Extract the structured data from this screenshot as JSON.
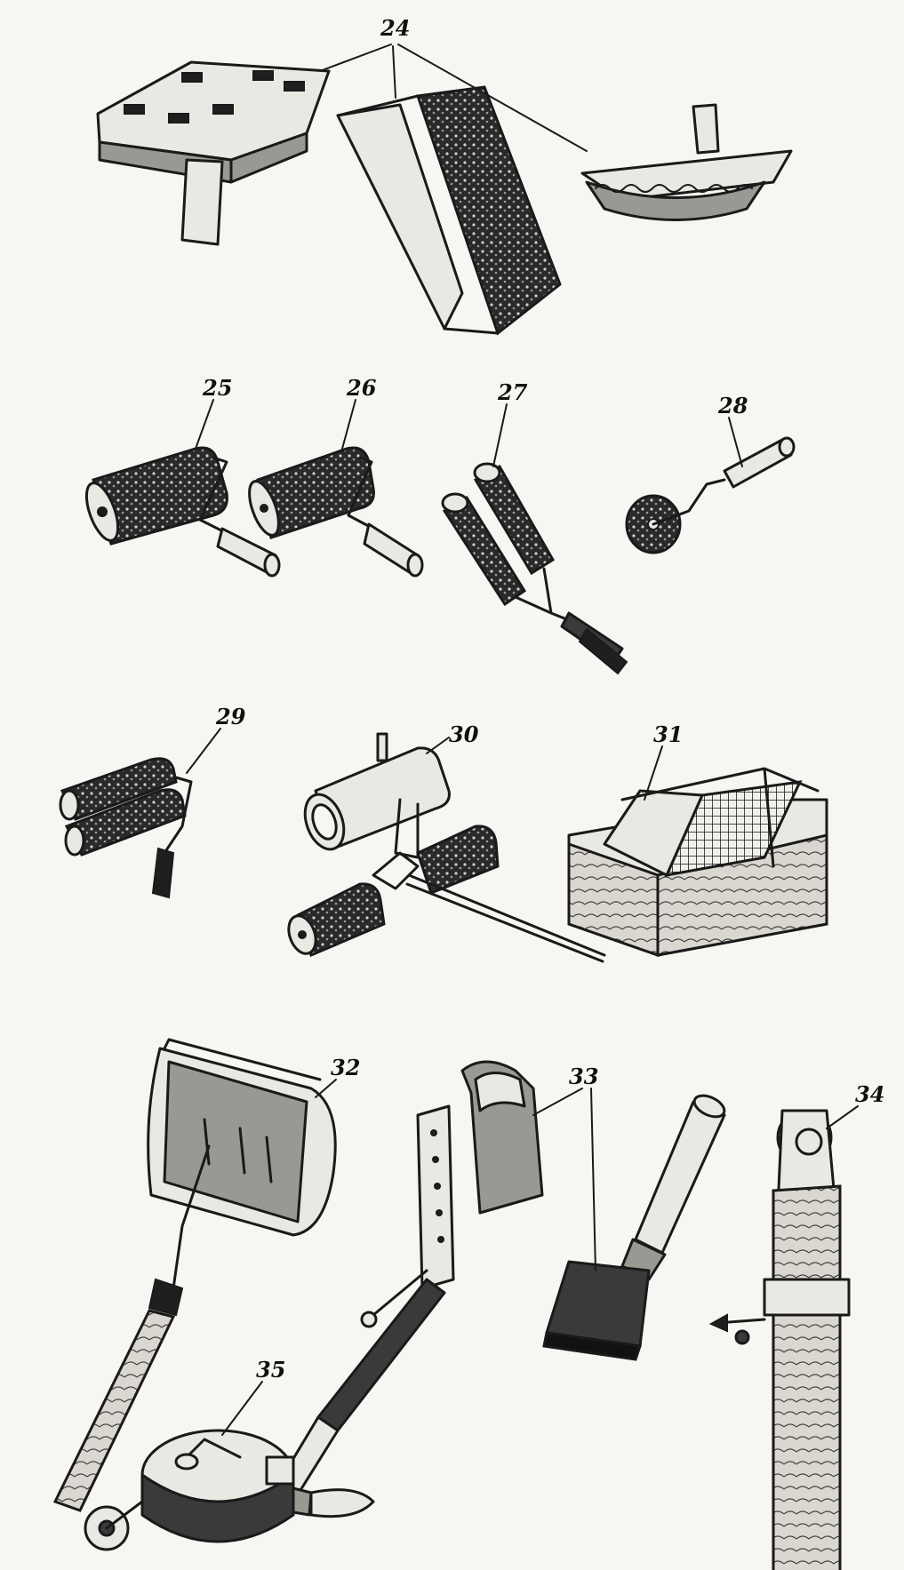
{
  "labels": {
    "l24": "24",
    "l25": "25",
    "l26": "26",
    "l27": "27",
    "l28": "28",
    "l29": "29",
    "l30": "30",
    "l31": "31",
    "l32": "32",
    "l33": "33",
    "l34": "34",
    "l35": "35"
  },
  "colors": {
    "ink": "#1a1a1a",
    "paper": "#f7f6f2"
  }
}
